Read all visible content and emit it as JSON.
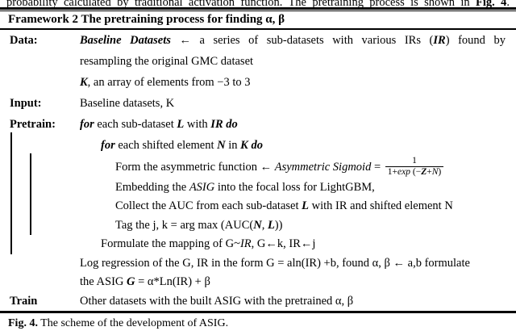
{
  "colors": {
    "text": "#000000",
    "background": "#ffffff",
    "rule": "#000000"
  },
  "top_text": {
    "segments": [
      {
        "t": "probability calculated by traditional activation function. The pretraining process is shown in ",
        "s": "n"
      },
      {
        "t": "Fig. 4",
        "s": "b"
      },
      {
        "t": ".",
        "s": "n"
      }
    ]
  },
  "framework": {
    "title": "Framework 2 The pretraining process for finding α, β",
    "rows": [
      {
        "label": "Data:",
        "indent": 0,
        "justify": true,
        "segments": [
          {
            "t": "Baseline Datasets",
            "s": "bi"
          },
          {
            "t": " ← a series of sub-datasets with various IRs (",
            "s": "n"
          },
          {
            "t": "IR",
            "s": "bi"
          },
          {
            "t": ") found by",
            "s": "n"
          }
        ]
      },
      {
        "indent": 0,
        "segments": [
          {
            "t": "resampling the original GMC dataset",
            "s": "n"
          }
        ]
      },
      {
        "indent": 0,
        "segments": [
          {
            "t": "K",
            "s": "bi"
          },
          {
            "t": ", an array of elements from −3 to 3",
            "s": "n"
          }
        ]
      },
      {
        "label": "Input:",
        "indent": 0,
        "segments": [
          {
            "t": "Baseline datasets, K",
            "s": "n"
          }
        ]
      },
      {
        "label": "Pretrain:",
        "indent": 0,
        "segments": [
          {
            "t": "for",
            "s": "bi"
          },
          {
            "t": " each sub-dataset ",
            "s": "n"
          },
          {
            "t": "L",
            "s": "bi"
          },
          {
            "t": " with ",
            "s": "n"
          },
          {
            "t": "IR",
            "s": "bi"
          },
          {
            "t": " ",
            "s": "n"
          },
          {
            "t": "do",
            "s": "bi"
          }
        ]
      },
      {
        "indent": 1,
        "segments": [
          {
            "t": "for",
            "s": "bi"
          },
          {
            "t": " each shifted element ",
            "s": "n"
          },
          {
            "t": "N",
            "s": "bi"
          },
          {
            "t": " in ",
            "s": "n"
          },
          {
            "t": "K",
            "s": "bi"
          },
          {
            "t": " ",
            "s": "n"
          },
          {
            "t": "do",
            "s": "bi"
          }
        ]
      },
      {
        "indent": 2,
        "tall": true,
        "segments": [
          {
            "t": "Form the asymmetric function ← ",
            "s": "n"
          },
          {
            "t": "Asymmetric Sigmoid",
            "s": "i"
          },
          {
            "t": " = ",
            "s": "n"
          },
          {
            "frac": {
              "num": [
                {
                  "t": "1",
                  "s": "n"
                }
              ],
              "den": [
                {
                  "t": "1+",
                  "s": "n"
                },
                {
                  "t": "exp",
                  "s": "i"
                },
                {
                  "t": " (−",
                  "s": "n"
                },
                {
                  "t": "Z",
                  "s": "bi"
                },
                {
                  "t": "+",
                  "s": "n"
                },
                {
                  "t": "N",
                  "s": "i"
                },
                {
                  "t": ")",
                  "s": "n"
                }
              ]
            }
          }
        ]
      },
      {
        "indent": 2,
        "segments": [
          {
            "t": "Embedding the ",
            "s": "n"
          },
          {
            "t": "ASIG",
            "s": "i"
          },
          {
            "t": " into the focal loss for LightGBM,",
            "s": "n"
          }
        ]
      },
      {
        "indent": 2,
        "segments": [
          {
            "t": "Collect the AUC from each sub-dataset ",
            "s": "n"
          },
          {
            "t": "L",
            "s": "bi"
          },
          {
            "t": " with IR and shifted element N",
            "s": "n"
          }
        ]
      },
      {
        "indent": 2,
        "segments": [
          {
            "t": "Tag the j, k = arg max (AUC(",
            "s": "n"
          },
          {
            "t": "N",
            "s": "bi"
          },
          {
            "t": ", ",
            "s": "n"
          },
          {
            "t": "L",
            "s": "bi"
          },
          {
            "t": "))",
            "s": "n"
          }
        ]
      },
      {
        "indent": 1,
        "segments": [
          {
            "t": "Formulate the mapping of G~",
            "s": "n"
          },
          {
            "t": "IR",
            "s": "i"
          },
          {
            "t": ", G←k, IR←j",
            "s": "n"
          }
        ]
      },
      {
        "indent": 0,
        "segments": [
          {
            "t": "Log regression of the G, IR in the form G = aln(IR) +b, found α, β ← a,b formulate",
            "s": "n"
          }
        ]
      },
      {
        "indent": 0,
        "segments": [
          {
            "t": "the ASIG ",
            "s": "n"
          },
          {
            "t": "G",
            "s": "bi"
          },
          {
            "t": " = α*Ln(IR) + β",
            "s": "n"
          }
        ]
      },
      {
        "label": "Train",
        "indent": 0,
        "segments": [
          {
            "t": "Other datasets with the built ASIG with the pretrained α, β",
            "s": "n"
          }
        ]
      }
    ]
  },
  "caption": {
    "segments": [
      {
        "t": "Fig. 4.",
        "s": "b"
      },
      {
        "t": " The scheme of the development of ASIG.",
        "s": "n"
      }
    ]
  }
}
